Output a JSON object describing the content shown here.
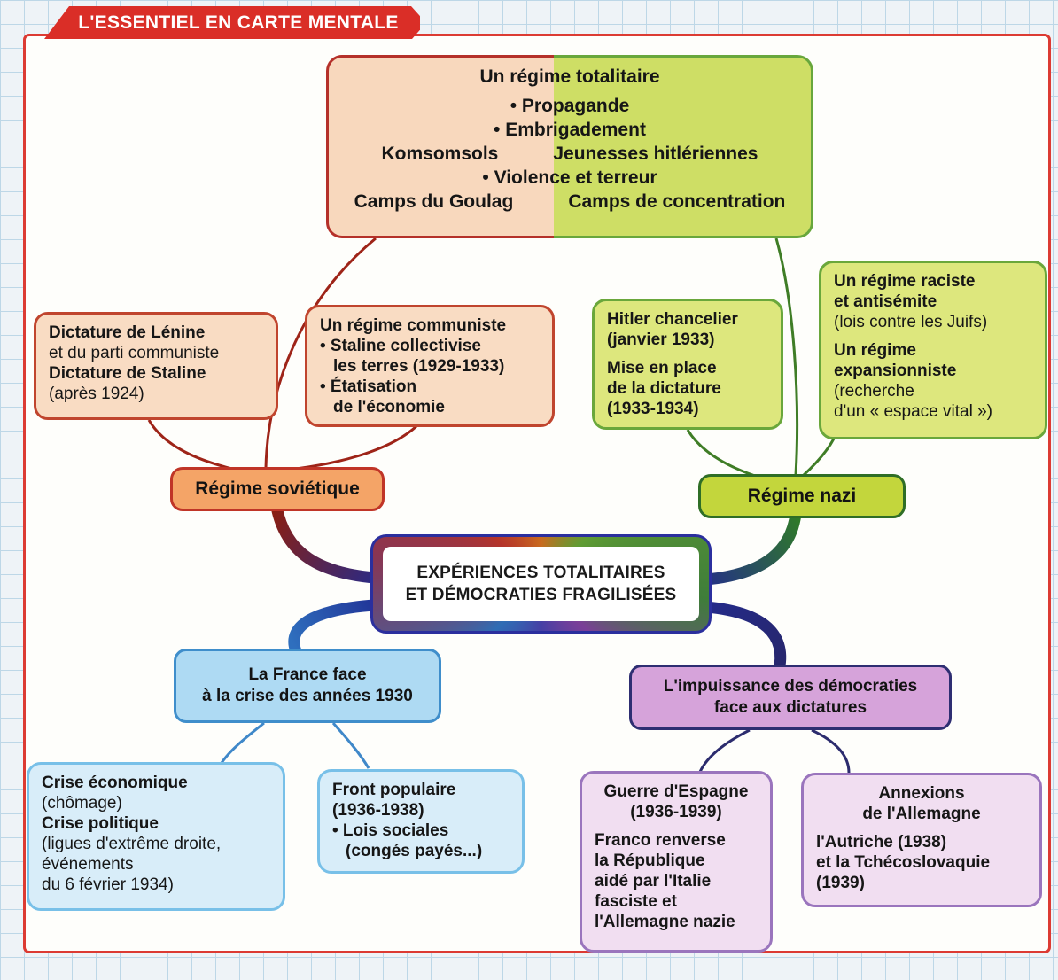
{
  "banner": {
    "label": "L'ESSENTIEL EN CARTE MENTALE"
  },
  "center_node": {
    "line1": "EXPÉRIENCES TOTALITAIRES",
    "line2": "ET DÉMOCRATIES FRAGILISÉES"
  },
  "totalitaire": {
    "title": "Un régime totalitaire",
    "propagande": "• Propagande",
    "embrigadement": "• Embrigadement",
    "komsomsols": "Komsomsols",
    "jeunesses": "Jeunesses hitlériennes",
    "violence": "• Violence et terreur",
    "goulag": "Camps du Goulag",
    "concentration": "Camps de concentration"
  },
  "soviet": {
    "node": "Régime soviétique",
    "dictature": [
      "Dictature de Lénine",
      "et du parti communiste",
      "Dictature de Staline",
      "(après 1924)"
    ],
    "communiste": [
      "Un régime communiste",
      "• Staline collectivise",
      "les terres (1929-1933)",
      "• Étatisation",
      "de l'économie"
    ]
  },
  "nazi": {
    "node": "Régime nazi",
    "hitler": [
      "Hitler chancelier",
      "(janvier 1933)",
      "Mise en place",
      "de la dictature",
      "(1933-1934)"
    ],
    "raciste": [
      "Un régime raciste",
      "et antisémite",
      "(lois contre les Juifs)",
      "Un régime",
      "expansionniste",
      "(recherche",
      "d'un « espace vital »)"
    ]
  },
  "france": {
    "node1": "La France face",
    "node2": "à la crise des années 1930",
    "crise": [
      "Crise économique",
      "(chômage)",
      "Crise politique",
      "(ligues d'extrême droite,",
      "événements",
      "du 6 février 1934)"
    ],
    "front": [
      "Front populaire",
      "(1936-1938)",
      "• Lois sociales",
      "(congés payés...)"
    ]
  },
  "democraties": {
    "node1": "L'impuissance des démocraties",
    "node2": "face aux dictatures",
    "espagne": [
      "Guerre d'Espagne",
      "(1936-1939)",
      "Franco renverse",
      "la République",
      "aidé par l'Italie",
      "fasciste et",
      "l'Allemagne nazie"
    ],
    "annexions": [
      "Annexions",
      "de l'Allemagne",
      "l'Autriche (1938)",
      "et la Tchécoslovaquie",
      "(1939)"
    ]
  },
  "colors": {
    "banner_red": "#da2e27",
    "frame_red": "#dc3b33",
    "soviet_orange": "#f4a467",
    "soviet_border": "#c03527",
    "nazi_green": "#c3d63c",
    "nazi_border": "#2f6e26",
    "france_blue": "#aedaf3",
    "france_border": "#3f8ecb",
    "democraties_purple": "#d6a3da",
    "democraties_border": "#2e2e72"
  }
}
